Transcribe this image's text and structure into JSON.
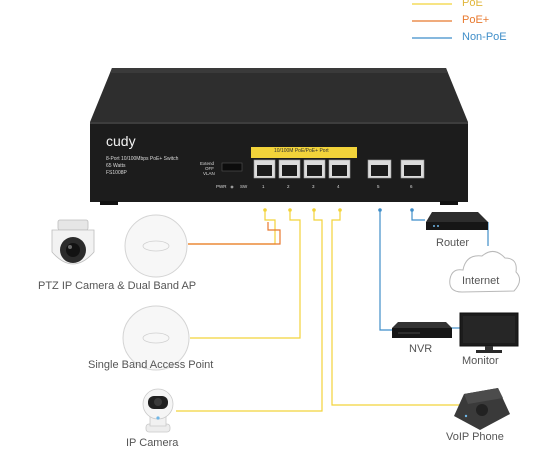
{
  "legend": [
    {
      "label": "PoE",
      "color": "#f2d33a"
    },
    {
      "label": "PoE+",
      "color": "#e8792e"
    },
    {
      "label": "Non-PoE",
      "color": "#3f8ec9"
    }
  ],
  "switch": {
    "brand": "cudy",
    "description": "8-Port 10/100Mbps PoE+ Switch",
    "watts": "65 Watts",
    "model": "FS1008P",
    "mode_labels": [
      "Extend",
      "OFF",
      "VLAN"
    ],
    "poe_header": "10/100M PoE/PoE+ Port",
    "pwr_label": "PWR",
    "sw_label": "SW",
    "port_numbers": [
      "1",
      "2",
      "3",
      "4",
      "5",
      "6"
    ]
  },
  "devices": {
    "ptz": "PTZ IP Camera & Dual Band AP",
    "single_ap": "Single Band Access Point",
    "ip_camera": "IP Camera",
    "router": "Router",
    "internet": "Internet",
    "nvr": "NVR",
    "monitor": "Monitor",
    "voip": "VoIP Phone"
  }
}
